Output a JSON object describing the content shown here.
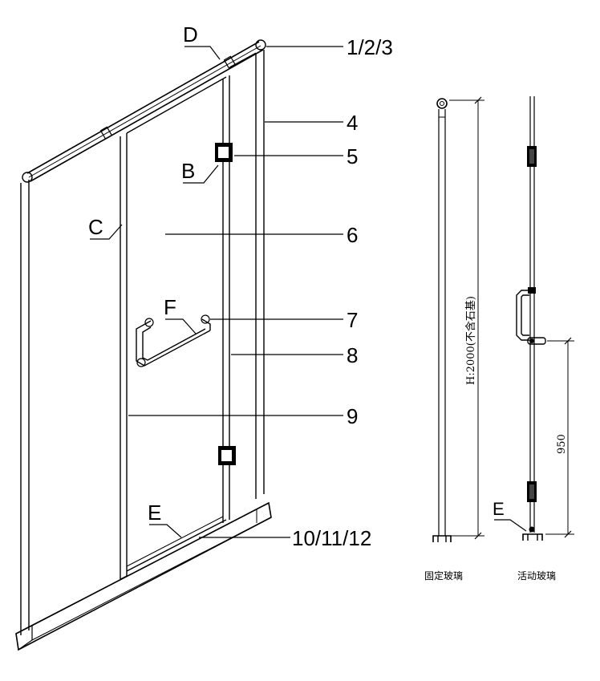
{
  "callouts": {
    "d": "D",
    "b": "B",
    "c": "C",
    "f": "F",
    "e_main": "E",
    "e_side": "E",
    "n123": "1/2/3",
    "n4": "4",
    "n5": "5",
    "n6": "6",
    "n7": "7",
    "n8": "8",
    "n9": "9",
    "n101112": "10/11/12"
  },
  "dimensions": {
    "height": "H:2000(不含石基)",
    "handle_height": "950"
  },
  "captions": {
    "fixed_glass": "固定玻璃",
    "moving_glass": "活动玻璃"
  }
}
